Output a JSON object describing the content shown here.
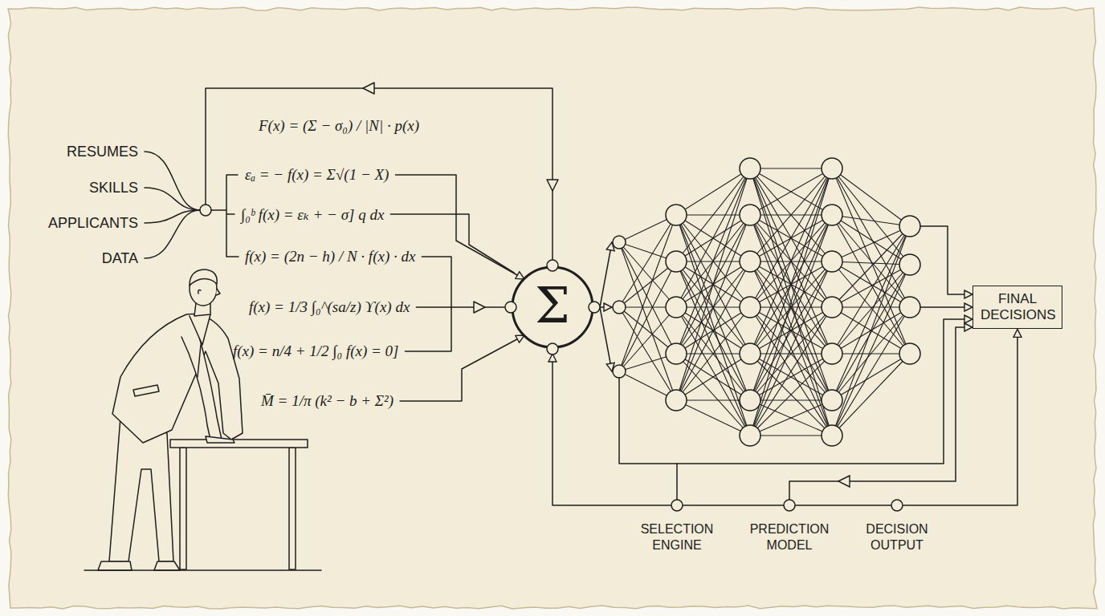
{
  "diagram": {
    "nodes": [
      {
        "text": [
          "Σ"
        ]
      },
      {
        "text": [
          "FINAL DECISIONS"
        ]
      },
      {
        "text": [
          "SELECTION ENGINE"
        ]
      },
      {
        "text": [
          "PREDICTION MODEL"
        ]
      },
      {
        "text": [
          "DECISION OUTPUT"
        ]
      }
    ],
    "edges": [
      {
        "from": 2,
        "to": 0,
        "arrow": "to"
      },
      {
        "from": 2,
        "to": 3,
        "arrow": "none"
      },
      {
        "from": 3,
        "to": 4,
        "arrow": "none"
      },
      {
        "from": 4,
        "to": 1,
        "arrow": "to"
      },
      {
        "from": 2,
        "to": 1,
        "arrow": "to"
      },
      {
        "from": 3,
        "to": 1,
        "arrow": "to"
      }
    ],
    "labels": [
      "RESUMES",
      "SKILLS",
      "APPLICANTS",
      "DATA",
      "F(x) = (Σ − σ₀) / |N| · p(x)",
      "εₐ = − f(x) = Σ√(1 − X)",
      "∫₀ᵇ f(x) = εₖ + − σ] q dx",
      "f(x) = (2n − h) / N · f(x) · dx",
      "f(x) = 1/3 ∫₀^(sa/z) ϒ(x) dx",
      "f(x) = n/4 + 1/2 ∫₀ f(x) = 0]",
      "M̄ = 1/π (k² − b + Σ²)"
    ]
  }
}
